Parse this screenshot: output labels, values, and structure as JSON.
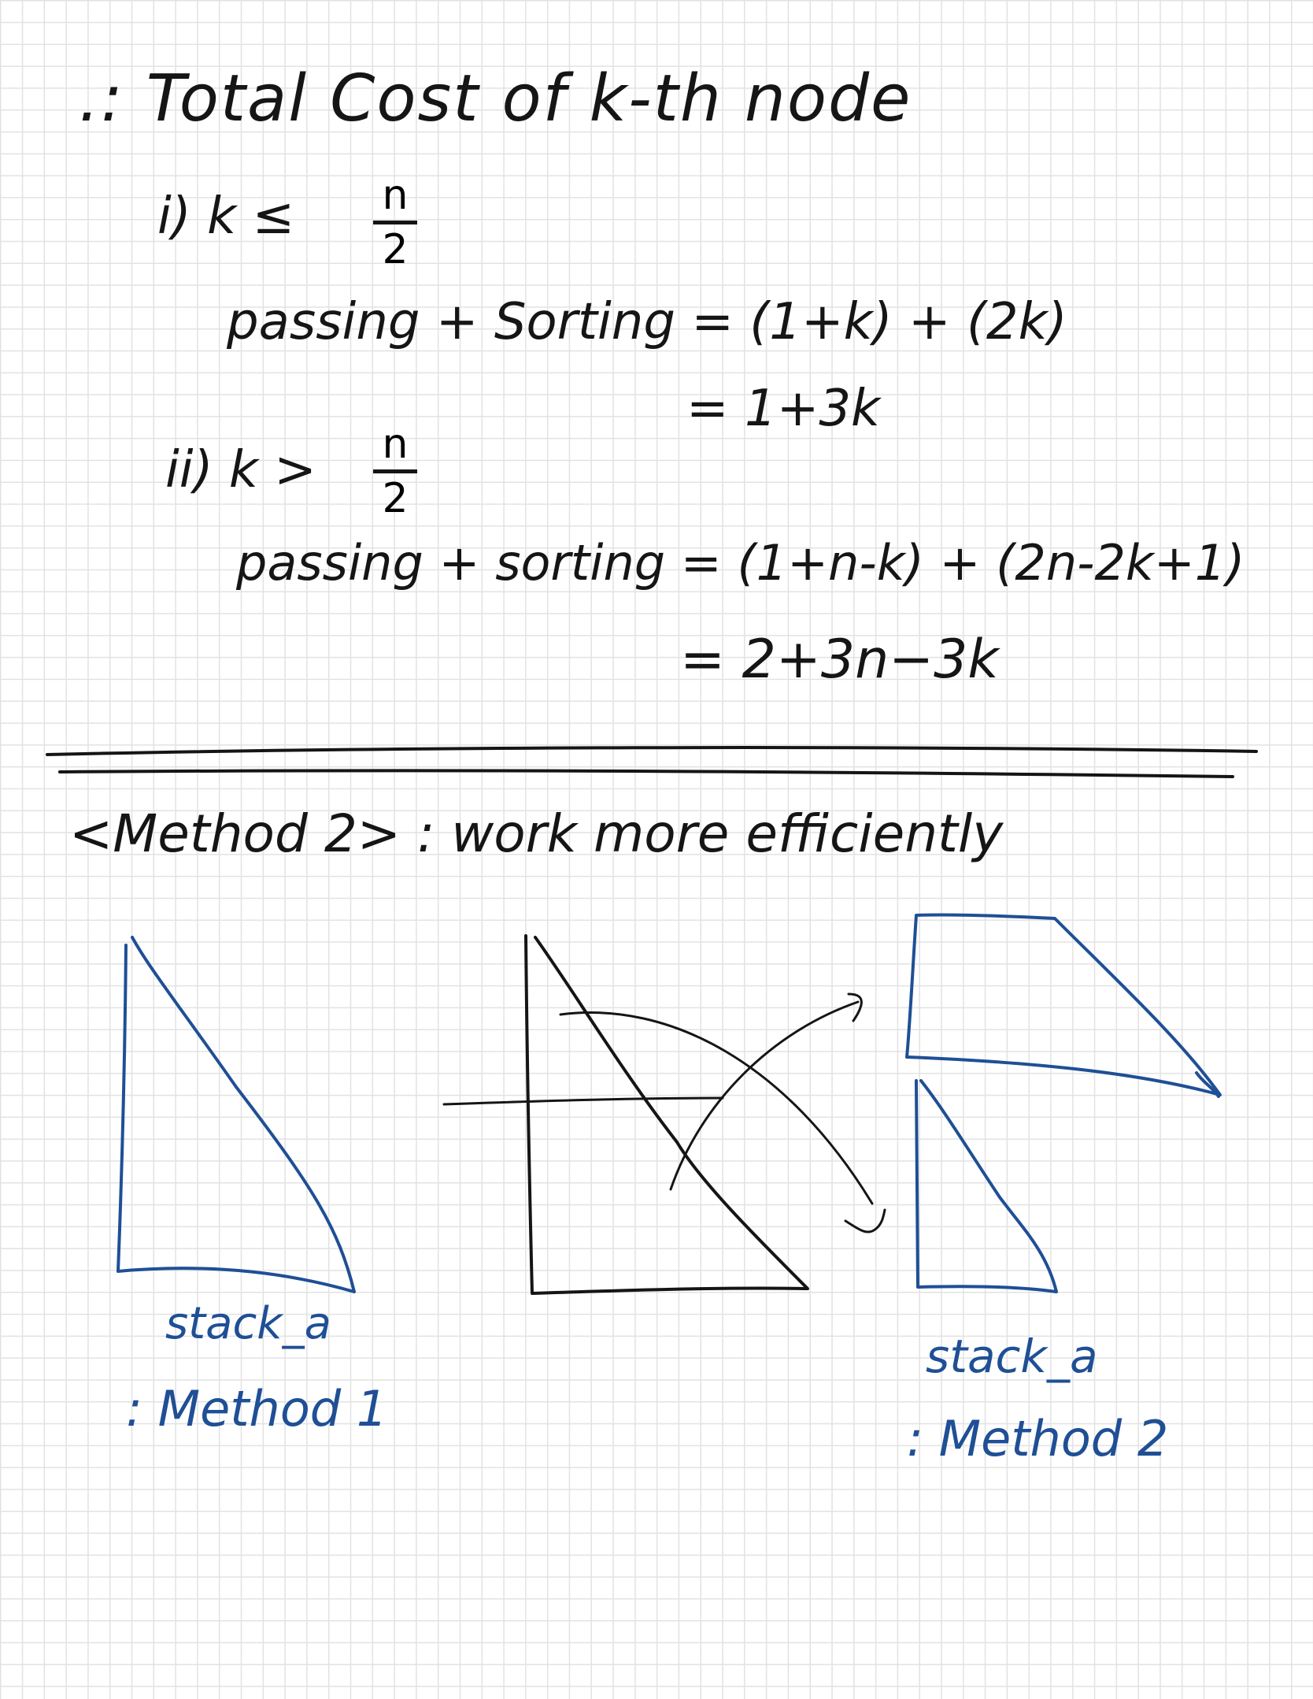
{
  "title": ".: Total Cost of k-th node",
  "case1": {
    "label": "i) k ≤",
    "frac_num": "n",
    "frac_den": "2",
    "line1": "passing + Sorting = (1+k) + (2k)",
    "line2": "= 1+3k"
  },
  "case2": {
    "label": "ii) k >",
    "frac_num": "n",
    "frac_den": "2",
    "line1": "passing + sorting = (1+n-k) + (2n-2k+1)",
    "line2": "= 2+3n−3k"
  },
  "method_header": "<Method 2> : work more efficiently",
  "left_figure": {
    "caption": "stack_a",
    "method": ": Method 1"
  },
  "right_figure": {
    "caption": "stack_a",
    "method": ": Method 2"
  },
  "colors": {
    "ink_black": "#151515",
    "ink_blue": "#1f4f95",
    "grid": "#e2e2e2"
  }
}
